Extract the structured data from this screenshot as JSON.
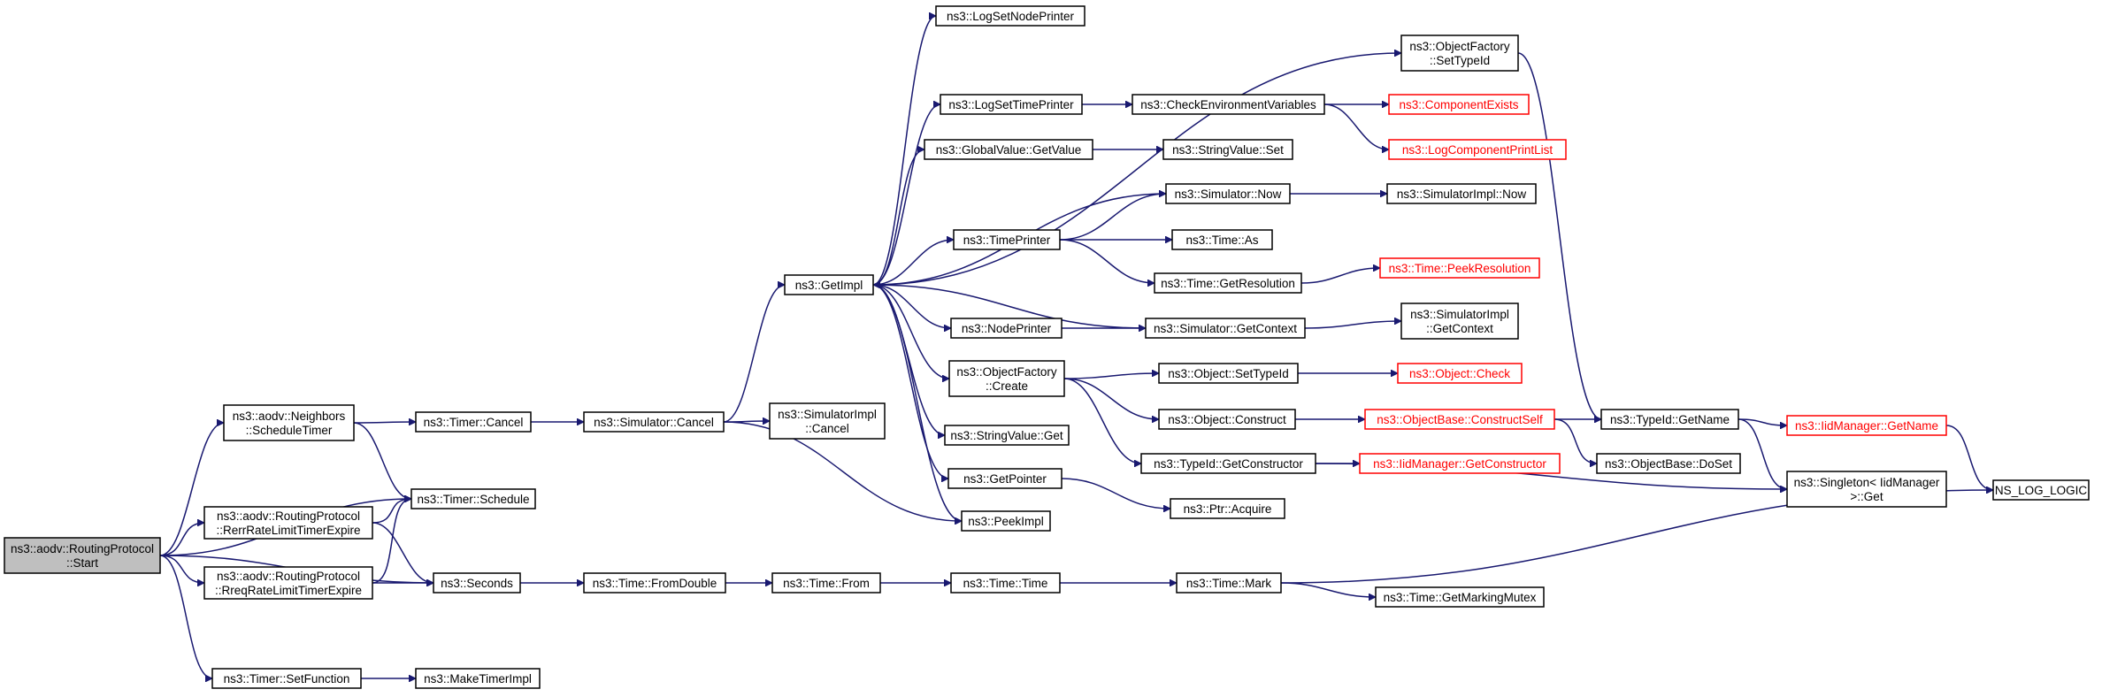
{
  "graph": {
    "nodes": [
      {
        "id": "start",
        "lines": [
          "ns3::aodv::RoutingProtocol",
          "::Start"
        ],
        "style": "root"
      },
      {
        "id": "schedtimer",
        "lines": [
          "ns3::aodv::Neighbors",
          "::ScheduleTimer"
        ],
        "style": "normal"
      },
      {
        "id": "rerr",
        "lines": [
          "ns3::aodv::RoutingProtocol",
          "::RerrRateLimitTimerExpire"
        ],
        "style": "normal"
      },
      {
        "id": "rreq",
        "lines": [
          "ns3::aodv::RoutingProtocol",
          "::RreqRateLimitTimerExpire"
        ],
        "style": "normal"
      },
      {
        "id": "setfunction",
        "lines": [
          "ns3::Timer::SetFunction"
        ],
        "style": "normal"
      },
      {
        "id": "timercancel",
        "lines": [
          "ns3::Timer::Cancel"
        ],
        "style": "normal"
      },
      {
        "id": "timerschedule",
        "lines": [
          "ns3::Timer::Schedule"
        ],
        "style": "normal"
      },
      {
        "id": "seconds",
        "lines": [
          "ns3::Seconds"
        ],
        "style": "normal"
      },
      {
        "id": "maketimerimpl",
        "lines": [
          "ns3::MakeTimerImpl"
        ],
        "style": "normal"
      },
      {
        "id": "simcancel",
        "lines": [
          "ns3::Simulator::Cancel"
        ],
        "style": "normal"
      },
      {
        "id": "fromdouble",
        "lines": [
          "ns3::Time::FromDouble"
        ],
        "style": "normal"
      },
      {
        "id": "getimpl",
        "lines": [
          "ns3::GetImpl"
        ],
        "style": "normal"
      },
      {
        "id": "simimplcancel",
        "lines": [
          "ns3::SimulatorImpl",
          "::Cancel"
        ],
        "style": "normal"
      },
      {
        "id": "timefrom",
        "lines": [
          "ns3::Time::From"
        ],
        "style": "normal"
      },
      {
        "id": "logsetnodeprinter",
        "lines": [
          "ns3::LogSetNodePrinter"
        ],
        "style": "normal"
      },
      {
        "id": "logsettimeprinter",
        "lines": [
          "ns3::LogSetTimePrinter"
        ],
        "style": "normal"
      },
      {
        "id": "globalvalue",
        "lines": [
          "ns3::GlobalValue::GetValue"
        ],
        "style": "normal"
      },
      {
        "id": "timeprinter",
        "lines": [
          "ns3::TimePrinter"
        ],
        "style": "normal"
      },
      {
        "id": "nodeprinter",
        "lines": [
          "ns3::NodePrinter"
        ],
        "style": "normal"
      },
      {
        "id": "objfactorycreate",
        "lines": [
          "ns3::ObjectFactory",
          "::Create"
        ],
        "style": "normal"
      },
      {
        "id": "stringvalueget",
        "lines": [
          "ns3::StringValue::Get"
        ],
        "style": "normal"
      },
      {
        "id": "getpointer",
        "lines": [
          "ns3::GetPointer"
        ],
        "style": "normal"
      },
      {
        "id": "peekimpl",
        "lines": [
          "ns3::PeekImpl"
        ],
        "style": "normal"
      },
      {
        "id": "timetime",
        "lines": [
          "ns3::Time::Time"
        ],
        "style": "normal"
      },
      {
        "id": "checkenv",
        "lines": [
          "ns3::CheckEnvironmentVariables"
        ],
        "style": "normal"
      },
      {
        "id": "stringvalueset",
        "lines": [
          "ns3::StringValue::Set"
        ],
        "style": "normal"
      },
      {
        "id": "simnow",
        "lines": [
          "ns3::Simulator::Now"
        ],
        "style": "normal"
      },
      {
        "id": "timeas",
        "lines": [
          "ns3::Time::As"
        ],
        "style": "normal"
      },
      {
        "id": "getresolution",
        "lines": [
          "ns3::Time::GetResolution"
        ],
        "style": "normal"
      },
      {
        "id": "simgetcontext",
        "lines": [
          "ns3::Simulator::GetContext"
        ],
        "style": "normal"
      },
      {
        "id": "objsettypeid",
        "lines": [
          "ns3::Object::SetTypeId"
        ],
        "style": "normal"
      },
      {
        "id": "objconstruct",
        "lines": [
          "ns3::Object::Construct"
        ],
        "style": "normal"
      },
      {
        "id": "getconstructor",
        "lines": [
          "ns3::TypeId::GetConstructor"
        ],
        "style": "normal"
      },
      {
        "id": "ptracquire",
        "lines": [
          "ns3::Ptr::Acquire"
        ],
        "style": "normal"
      },
      {
        "id": "timemark",
        "lines": [
          "ns3::Time::Mark"
        ],
        "style": "normal"
      },
      {
        "id": "factorysettypeid",
        "lines": [
          "ns3::ObjectFactory",
          "::SetTypeId"
        ],
        "style": "normal"
      },
      {
        "id": "componentexists",
        "lines": [
          "ns3::ComponentExists"
        ],
        "style": "external"
      },
      {
        "id": "logcomponentprintlist",
        "lines": [
          "ns3::LogComponentPrintList"
        ],
        "style": "external"
      },
      {
        "id": "simimplnow",
        "lines": [
          "ns3::SimulatorImpl::Now"
        ],
        "style": "normal"
      },
      {
        "id": "peekresolution",
        "lines": [
          "ns3::Time::PeekResolution"
        ],
        "style": "external"
      },
      {
        "id": "simimplgetcontext",
        "lines": [
          "ns3::SimulatorImpl",
          "::GetContext"
        ],
        "style": "normal"
      },
      {
        "id": "objectcheck",
        "lines": [
          "ns3::Object::Check"
        ],
        "style": "external"
      },
      {
        "id": "constructself",
        "lines": [
          "ns3::ObjectBase::ConstructSelf"
        ],
        "style": "external"
      },
      {
        "id": "iidgetconstructor",
        "lines": [
          "ns3::IidManager::GetConstructor"
        ],
        "style": "external"
      },
      {
        "id": "getmarkingmutex",
        "lines": [
          "ns3::Time::GetMarkingMutex"
        ],
        "style": "normal"
      },
      {
        "id": "typeidgetname",
        "lines": [
          "ns3::TypeId::GetName"
        ],
        "style": "normal"
      },
      {
        "id": "doset",
        "lines": [
          "ns3::ObjectBase::DoSet"
        ],
        "style": "normal"
      },
      {
        "id": "iidgetname",
        "lines": [
          "ns3::IidManager::GetName"
        ],
        "style": "external"
      },
      {
        "id": "singletonget",
        "lines": [
          "ns3::Singleton< IidManager",
          " >::Get"
        ],
        "style": "normal"
      },
      {
        "id": "nslog",
        "lines": [
          "NS_LOG_LOGIC"
        ],
        "style": "normal"
      }
    ],
    "edges": [
      [
        "start",
        "schedtimer"
      ],
      [
        "start",
        "timerschedule"
      ],
      [
        "start",
        "rerr"
      ],
      [
        "start",
        "rreq"
      ],
      [
        "start",
        "seconds"
      ],
      [
        "start",
        "setfunction"
      ],
      [
        "schedtimer",
        "timercancel"
      ],
      [
        "schedtimer",
        "timerschedule"
      ],
      [
        "rerr",
        "timerschedule"
      ],
      [
        "rerr",
        "seconds"
      ],
      [
        "rreq",
        "timerschedule"
      ],
      [
        "rreq",
        "seconds"
      ],
      [
        "setfunction",
        "maketimerimpl"
      ],
      [
        "timercancel",
        "simcancel"
      ],
      [
        "seconds",
        "fromdouble"
      ],
      [
        "simcancel",
        "getimpl"
      ],
      [
        "simcancel",
        "simimplcancel"
      ],
      [
        "simcancel",
        "peekimpl"
      ],
      [
        "fromdouble",
        "timefrom"
      ],
      [
        "timefrom",
        "timetime"
      ],
      [
        "timetime",
        "timemark"
      ],
      [
        "timemark",
        "getmarkingmutex"
      ],
      [
        "timemark",
        "nslog"
      ],
      [
        "getimpl",
        "logsetnodeprinter"
      ],
      [
        "getimpl",
        "factorysettypeid"
      ],
      [
        "getimpl",
        "logsettimeprinter"
      ],
      [
        "getimpl",
        "globalvalue"
      ],
      [
        "getimpl",
        "timeprinter"
      ],
      [
        "getimpl",
        "nodeprinter"
      ],
      [
        "getimpl",
        "objfactorycreate"
      ],
      [
        "getimpl",
        "stringvalueget"
      ],
      [
        "getimpl",
        "getpointer"
      ],
      [
        "getimpl",
        "peekimpl"
      ],
      [
        "simnow",
        "getimpl"
      ],
      [
        "simgetcontext",
        "getimpl"
      ],
      [
        "logsettimeprinter",
        "checkenv"
      ],
      [
        "checkenv",
        "componentexists"
      ],
      [
        "checkenv",
        "logcomponentprintlist"
      ],
      [
        "globalvalue",
        "stringvalueset"
      ],
      [
        "timeprinter",
        "simnow"
      ],
      [
        "timeprinter",
        "timeas"
      ],
      [
        "timeprinter",
        "getresolution"
      ],
      [
        "simnow",
        "simimplnow"
      ],
      [
        "getresolution",
        "peekresolution"
      ],
      [
        "nodeprinter",
        "simgetcontext"
      ],
      [
        "simgetcontext",
        "simimplgetcontext"
      ],
      [
        "objfactorycreate",
        "objsettypeid"
      ],
      [
        "objfactorycreate",
        "objconstruct"
      ],
      [
        "objfactorycreate",
        "getconstructor"
      ],
      [
        "objsettypeid",
        "objectcheck"
      ],
      [
        "objconstruct",
        "constructself"
      ],
      [
        "constructself",
        "typeidgetname"
      ],
      [
        "constructself",
        "doset"
      ],
      [
        "getconstructor",
        "iidgetconstructor"
      ],
      [
        "getconstructor",
        "singletonget"
      ],
      [
        "getpointer",
        "ptracquire"
      ],
      [
        "factorysettypeid",
        "typeidgetname"
      ],
      [
        "typeidgetname",
        "iidgetname"
      ],
      [
        "typeidgetname",
        "singletonget"
      ],
      [
        "iidgetname",
        "nslog"
      ]
    ]
  }
}
